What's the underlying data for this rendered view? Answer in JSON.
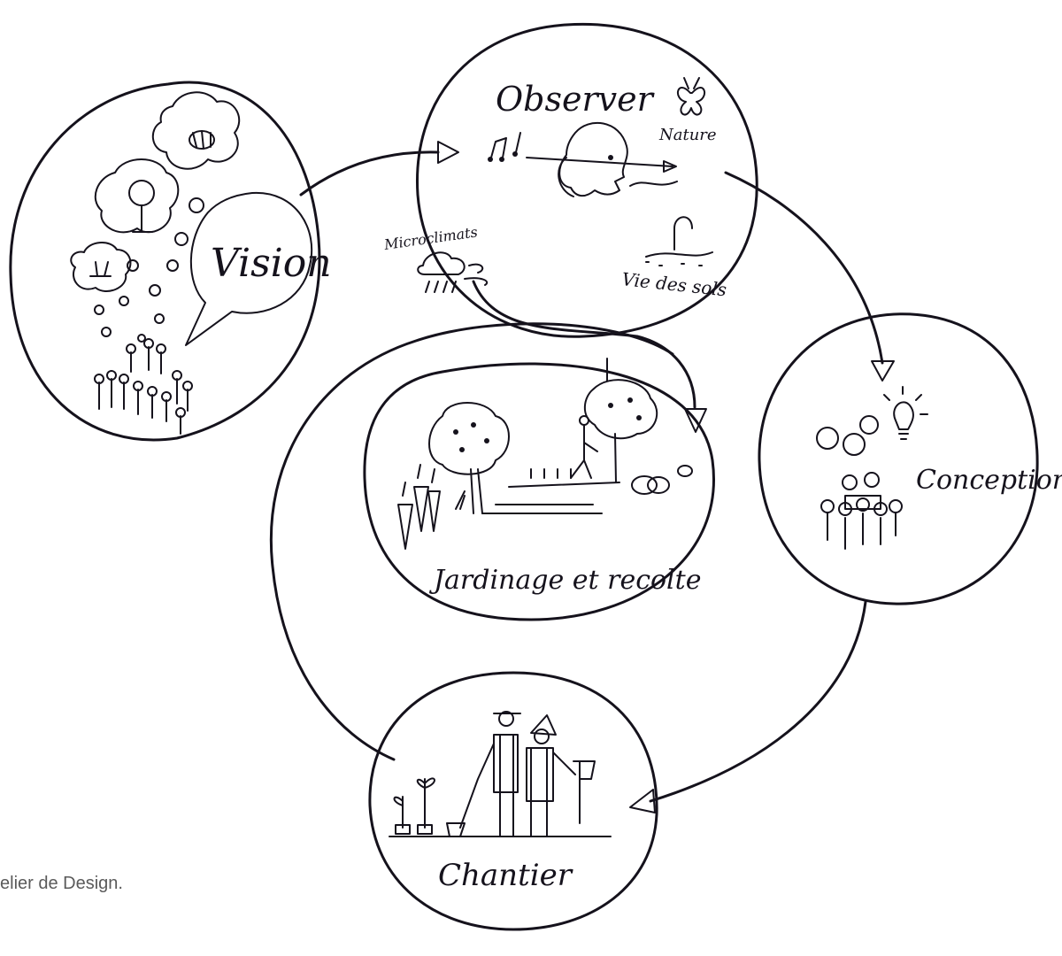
{
  "stages": {
    "vision": "Vision",
    "observer": "Observer",
    "nature": "Nature",
    "microclimats": "Microclimats",
    "vie_des_sols": "Vie des sols",
    "conception": "Conception",
    "jardinage": "Jardinage et recolte",
    "chantier": "Chantier"
  },
  "caption": "elier de Design.",
  "icons": {
    "vision": "crowd-dreaming-icon",
    "observer": "observer-face-icon",
    "nature": "butterfly-icon",
    "microclimats": "cloud-rain-icon",
    "vie_des_sols": "worm-icon",
    "conception": "lightbulb-icon",
    "jardinage": "garden-tree-icon",
    "chantier": "gardeners-icon"
  }
}
